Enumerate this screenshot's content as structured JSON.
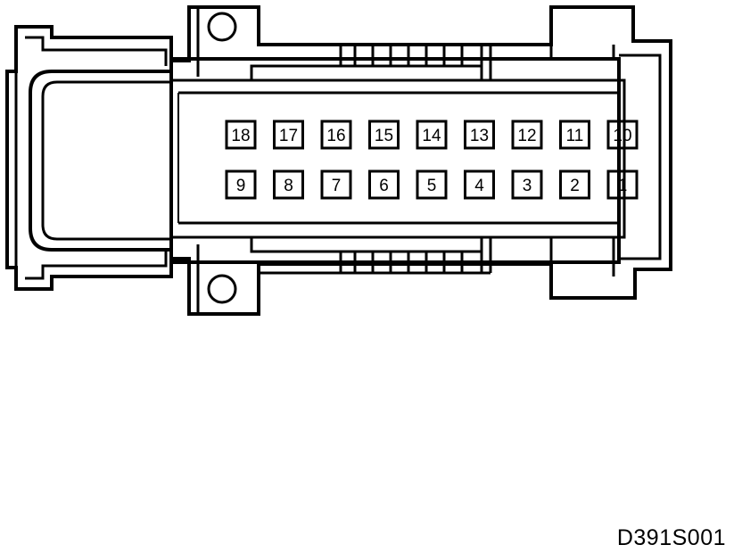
{
  "diagram": {
    "pins_top_row": [
      "18",
      "17",
      "16",
      "15",
      "14",
      "13",
      "12",
      "11",
      "10"
    ],
    "pins_bottom_row": [
      "9",
      "8",
      "7",
      "6",
      "5",
      "4",
      "3",
      "2",
      "1"
    ],
    "figure_code": "D391S001"
  },
  "colors": {
    "line": "#000000",
    "background": "#ffffff"
  }
}
